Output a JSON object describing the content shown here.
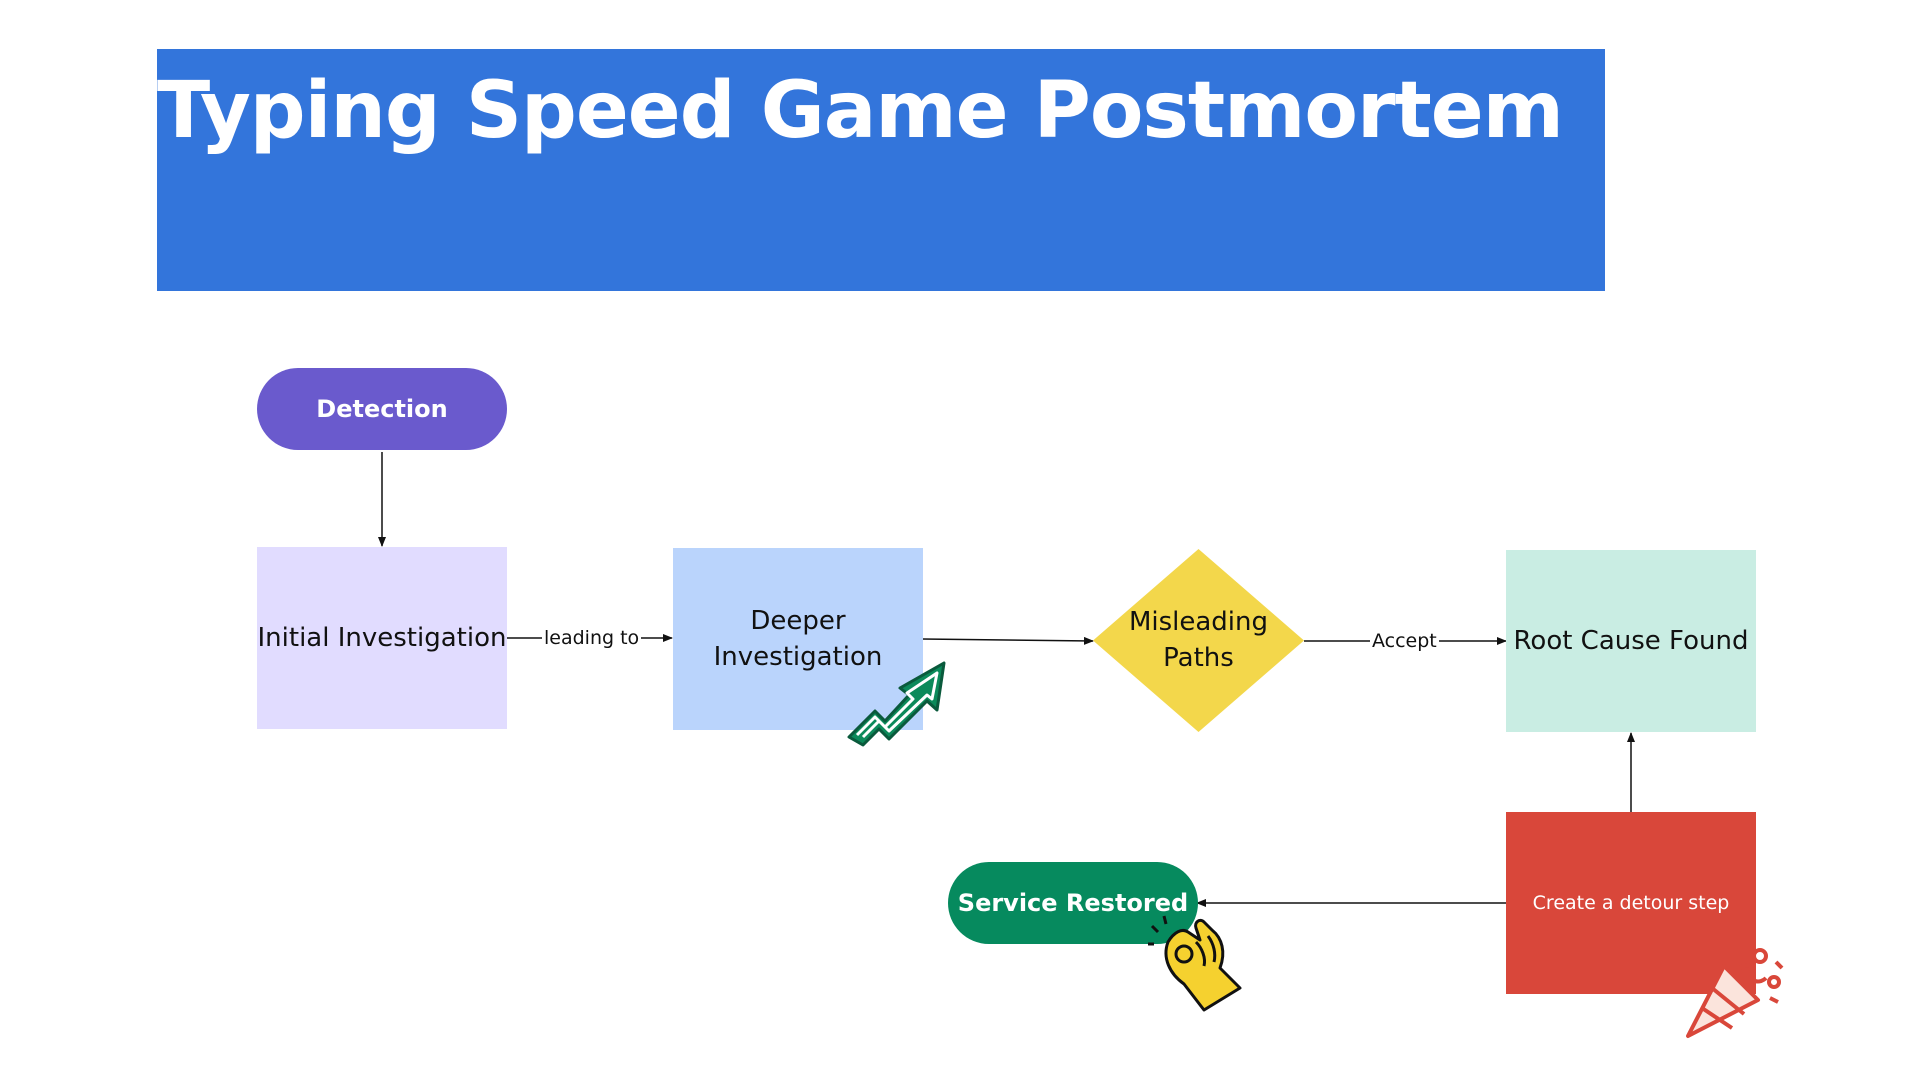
{
  "title": "Typing Speed Game Postmortem",
  "colors": {
    "banner": "#3375db",
    "detection": "#6a5acd",
    "initial_investigation": "#e1dcff",
    "deeper_investigation": "#bad4fc",
    "misleading_paths": "#f3d74b",
    "root_cause": "#c9ede3",
    "detour": "#d9473a",
    "service_restored": "#068a5e"
  },
  "nodes": {
    "detection": "Detection",
    "initial_investigation": "Initial Investigation",
    "deeper_investigation": "Deeper Investigation",
    "misleading_paths": "Misleading Paths",
    "root_cause_found": "Root Cause Found",
    "detour_step": "Create a detour step",
    "service_restored": "Service Restored"
  },
  "edges": {
    "leading_to": "leading to",
    "accept": "Accept"
  },
  "icons": [
    "trending-up-arrow-icon",
    "ok-hand-icon",
    "party-popper-icon"
  ]
}
